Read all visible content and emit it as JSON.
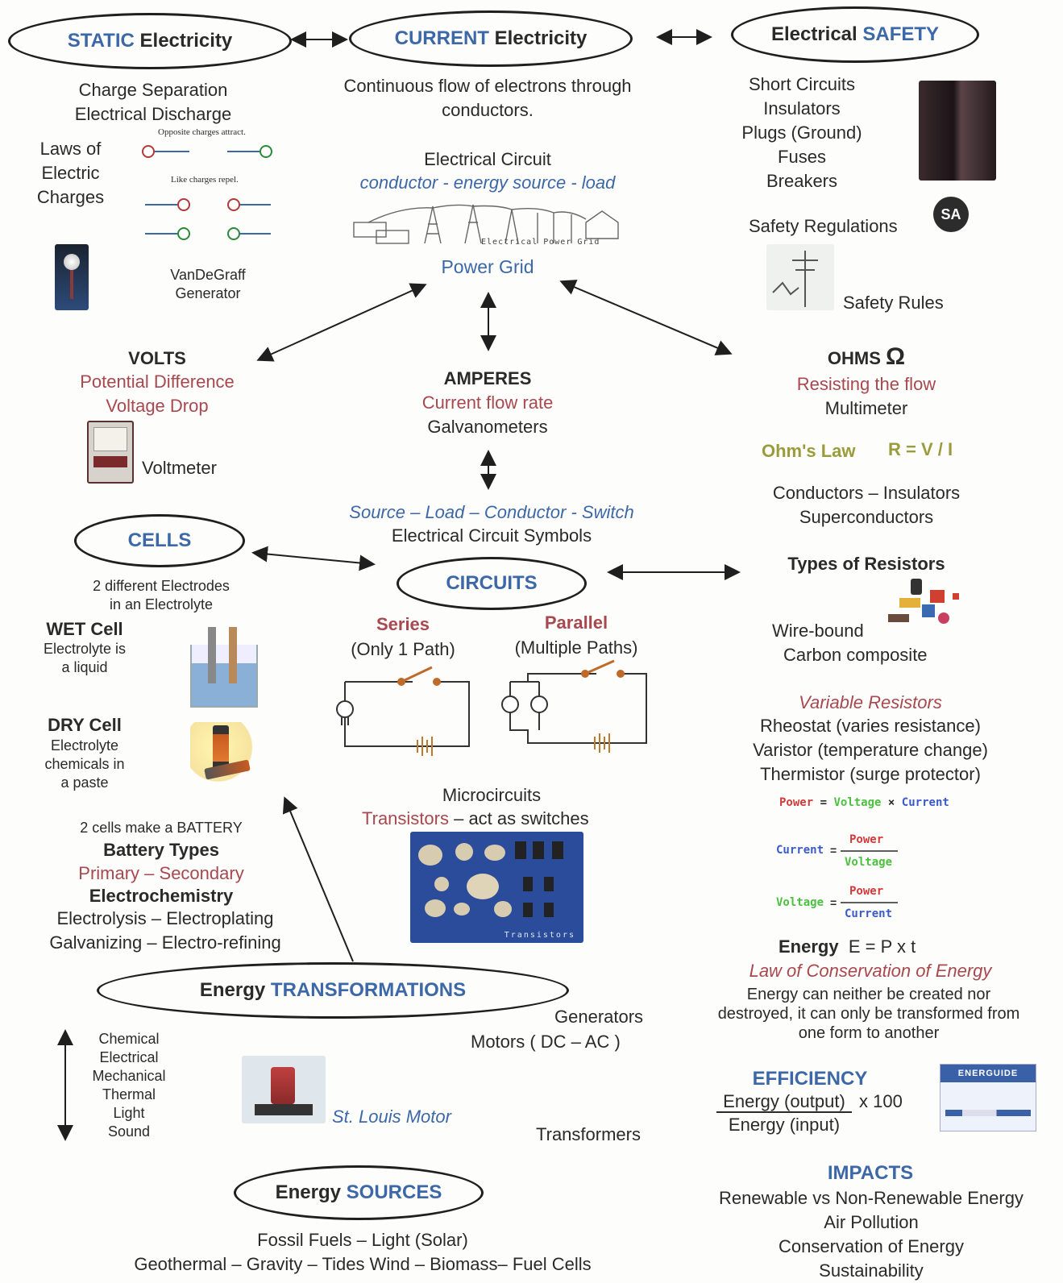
{
  "static": {
    "title_a": "STATIC",
    "title_b": "Electricity",
    "lines": [
      "Charge Separation",
      "Electrical Discharge"
    ],
    "laws": [
      "Laws of",
      "Electric",
      "Charges"
    ],
    "opposite_caption": "Opposite charges attract.",
    "like_caption": "Like charges repel.",
    "vdg": [
      "VanDeGraff",
      "Generator"
    ]
  },
  "current": {
    "title_a": "CURRENT",
    "title_b": "Electricity",
    "desc": [
      "Continuous flow of electrons through",
      "conductors."
    ],
    "circuit_title": "Electrical Circuit",
    "circuit_parts": "conductor - energy source - load",
    "grid_caption": "Electrical Power Grid",
    "grid_label": "Power Grid"
  },
  "safety": {
    "title_a": "Electrical",
    "title_b": "SAFETY",
    "items": [
      "Short Circuits",
      "Insulators",
      "Plugs (Ground)",
      "Fuses",
      "Breakers"
    ],
    "regulations": "Safety Regulations",
    "csa_mark": "SA",
    "rules": "Safety Rules"
  },
  "volts": {
    "title": "VOLTS",
    "sub": [
      "Potential Difference",
      "Voltage Drop"
    ],
    "meter": "Voltmeter"
  },
  "amperes": {
    "title": "AMPERES",
    "sub": "Current flow rate",
    "meter": "Galvanometers"
  },
  "ohms": {
    "title": "OHMS",
    "symbol": "Ω",
    "sub": "Resisting the flow",
    "meter": "Multimeter",
    "law_label": "Ohm's Law",
    "law_formula": "R = V / I",
    "conductors": [
      "Conductors – Insulators",
      "Superconductors"
    ],
    "resistor_types_title": "Types of Resistors",
    "resistor_types": [
      "Wire-bound",
      "Carbon composite"
    ],
    "variable_title": "Variable Resistors",
    "variable": [
      "Rheostat (varies resistance)",
      "Varistor (temperature change)",
      "Thermistor  (surge protector)"
    ]
  },
  "formulas": {
    "power": "Power",
    "voltage": "Voltage",
    "current": "Current",
    "eq": "=",
    "times": "×",
    "energy_label": "Energy",
    "energy_formula": "E  =  P  x  t",
    "conservation_title": "Law of Conservation of Energy",
    "conservation_text": [
      "Energy can neither be created nor",
      "destroyed, it can only be transformed from",
      "one form to another"
    ]
  },
  "efficiency": {
    "title": "EFFICIENCY",
    "numerator": "Energy (output)",
    "denominator": "Energy (input)",
    "factor": "x  100",
    "badge": "ENERGUIDE"
  },
  "impacts": {
    "title": "IMPACTS",
    "items": [
      "Renewable vs Non-Renewable Energy",
      "Air Pollution",
      "Conservation of Energy",
      "Sustainability"
    ]
  },
  "cells": {
    "title": "CELLS",
    "intro": [
      "2 different Electrodes",
      "in an Electrolyte"
    ],
    "wet_title": "WET Cell",
    "wet_desc": [
      "Electrolyte is",
      "a liquid"
    ],
    "dry_title": "DRY Cell",
    "dry_desc": [
      "Electrolyte",
      "chemicals in",
      "a paste"
    ],
    "battery": "2 cells make a BATTERY",
    "battery_types": "Battery Types",
    "primary_secondary": "Primary – Secondary",
    "electrochem": "Electrochemistry",
    "electro_lines": [
      "Electrolysis – Electroplating",
      "Galvanizing – Electro-refining"
    ]
  },
  "circuits": {
    "symbols_parts": "Source – Load – Conductor - Switch",
    "symbols_label": "Electrical Circuit Symbols",
    "title": "CIRCUITS",
    "series": "Series",
    "series_sub": "(Only 1 Path)",
    "parallel": "Parallel",
    "parallel_sub": "(Multiple Paths)",
    "micro": "Microcircuits",
    "transistors": "Transistors",
    "transistors_rest": " – act as switches",
    "photo_caption": "Transistors"
  },
  "transformations": {
    "title_a": "Energy",
    "title_b": "TRANSFORMATIONS",
    "forms": [
      "Chemical",
      "Electrical",
      "Mechanical",
      "Thermal",
      "Light",
      "Sound"
    ],
    "motor": "St. Louis Motor",
    "generators": "Generators",
    "motors": "Motors  ( DC – AC  )",
    "transformers": "Transformers"
  },
  "sources": {
    "title_a": "Energy",
    "title_b": "SOURCES",
    "lines": [
      "Fossil Fuels – Light (Solar)",
      "Geothermal – Gravity – Tides Wind – Biomass– Fuel Cells"
    ]
  }
}
